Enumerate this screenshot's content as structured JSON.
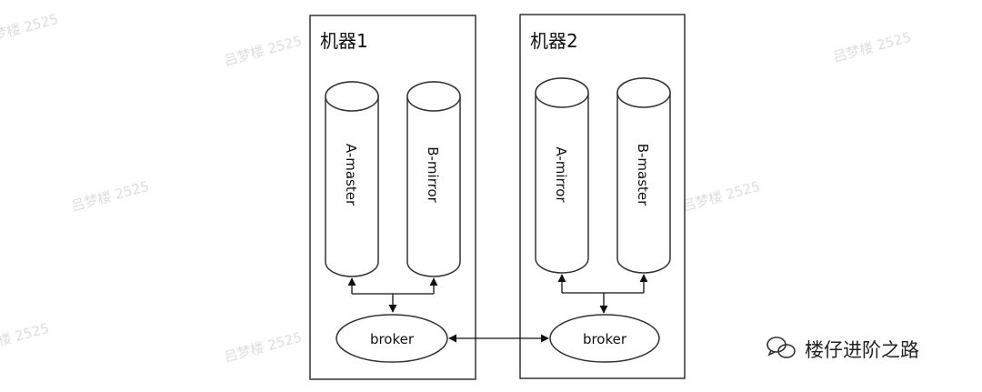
{
  "watermark_text": "吕梦楼 2525",
  "machines": [
    {
      "label": "机器1",
      "queues": [
        {
          "label": "A-master"
        },
        {
          "label": "B-mirror"
        }
      ],
      "broker": "broker"
    },
    {
      "label": "机器2",
      "queues": [
        {
          "label": "A-mirror"
        },
        {
          "label": "B-master"
        }
      ],
      "broker": "broker"
    }
  ],
  "footer": {
    "icon": "wechat-icon",
    "text": "楼仔进阶之路"
  }
}
